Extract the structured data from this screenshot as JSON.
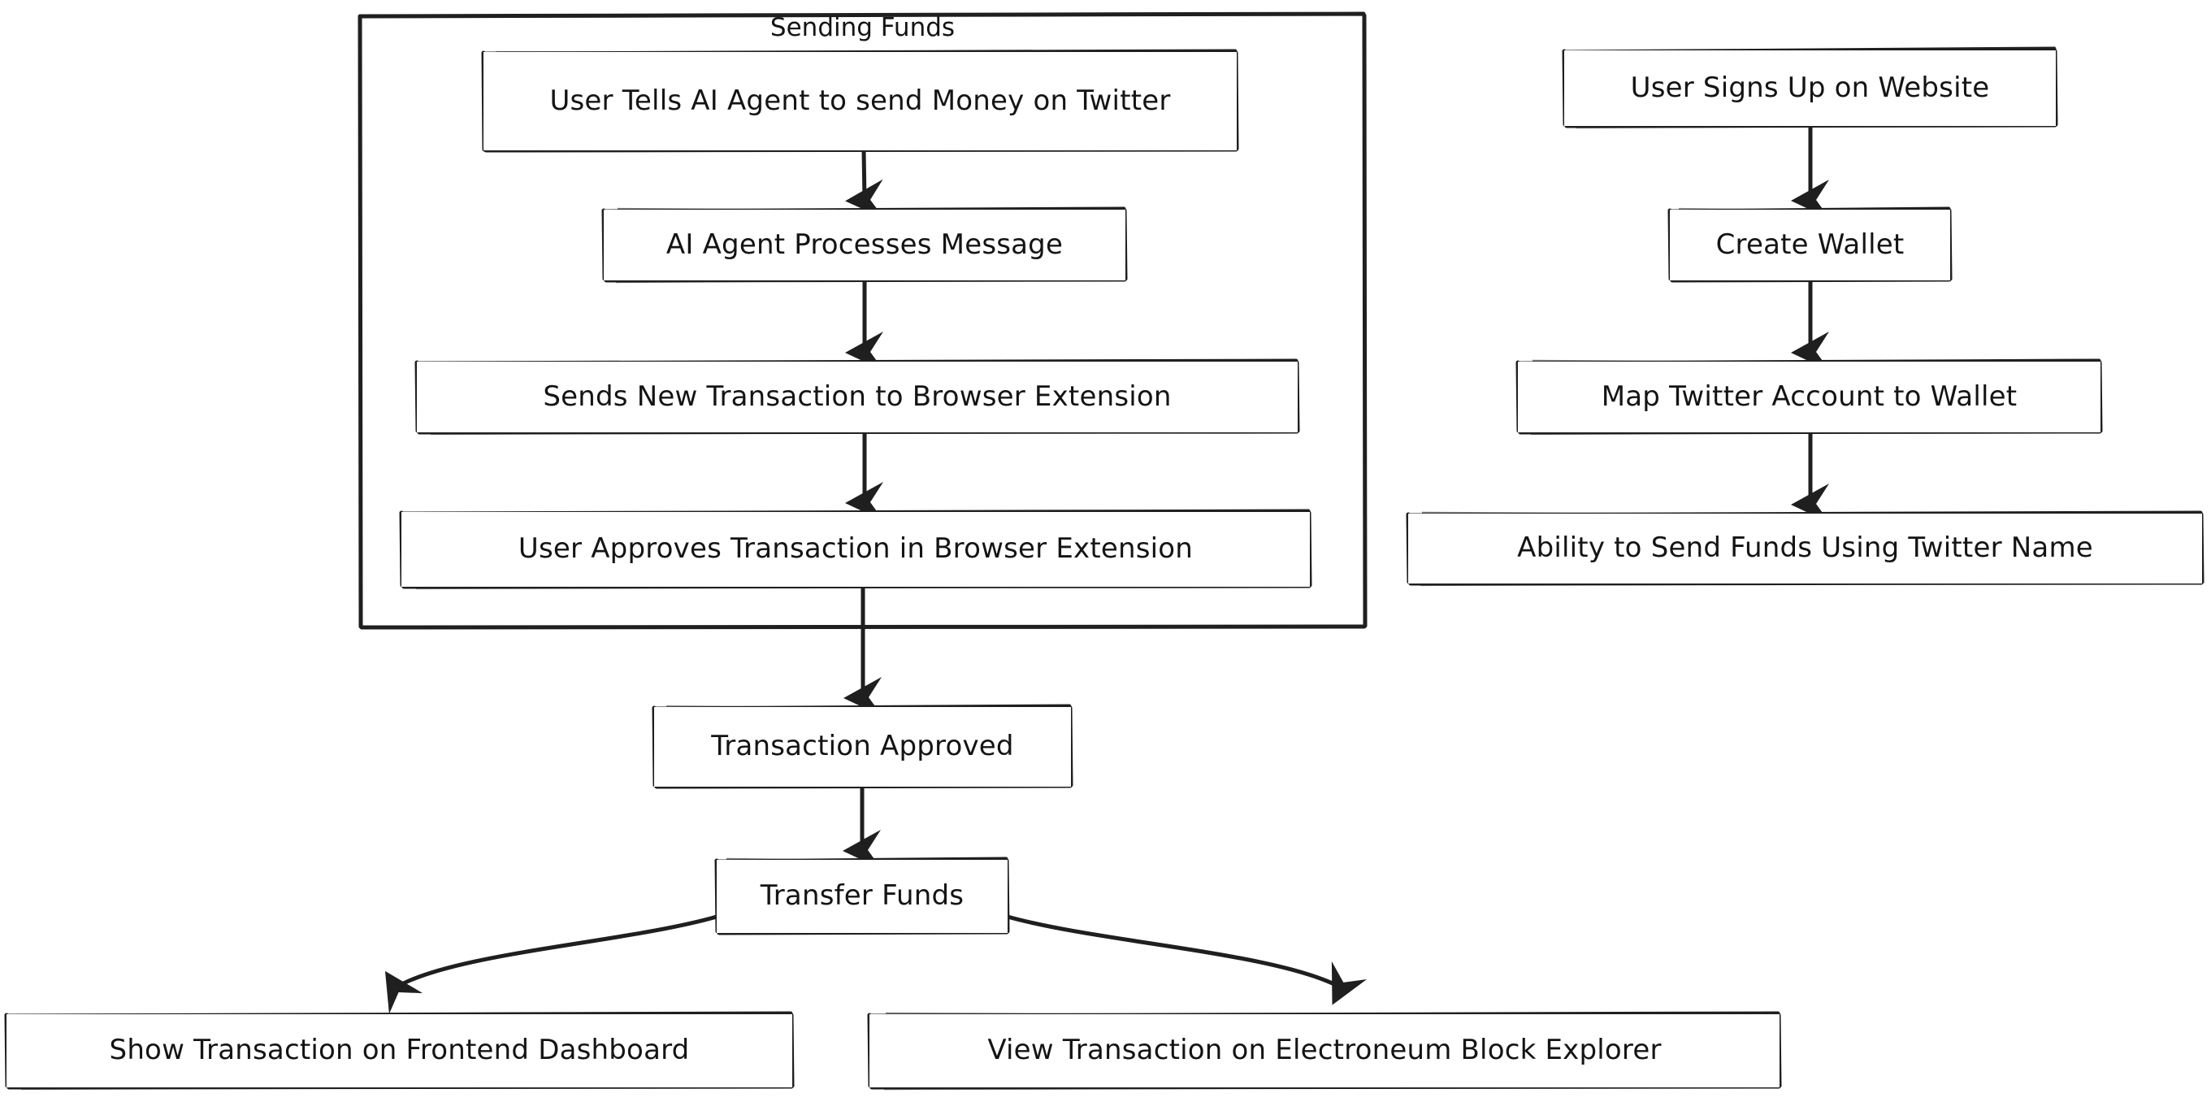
{
  "diagram": {
    "type": "flowchart",
    "direction": "top-down",
    "style": "hand-drawn",
    "background_color": "#ffffff",
    "line_color": "#1f1f1f",
    "text_color": "#141414",
    "clusters": [
      {
        "id": "sending-funds",
        "label": "Sending Funds",
        "contains": [
          "n1",
          "n2",
          "n3",
          "n4"
        ]
      }
    ],
    "nodes": [
      {
        "id": "n1",
        "label": "User Tells AI Agent to send Money on Twitter"
      },
      {
        "id": "n2",
        "label": "AI Agent Processes Message"
      },
      {
        "id": "n3",
        "label": "Sends New Transaction to Browser Extension"
      },
      {
        "id": "n4",
        "label": "User Approves Transaction in Browser Extension"
      },
      {
        "id": "n5",
        "label": "Transaction Approved"
      },
      {
        "id": "n6",
        "label": "Transfer Funds"
      },
      {
        "id": "n7",
        "label": "Show Transaction on Frontend Dashboard"
      },
      {
        "id": "n8",
        "label": "View Transaction on Electroneum Block Explorer"
      },
      {
        "id": "r1",
        "label": "User Signs Up on Website"
      },
      {
        "id": "r2",
        "label": "Create Wallet"
      },
      {
        "id": "r3",
        "label": "Map Twitter Account to Wallet"
      },
      {
        "id": "r4",
        "label": "Ability to Send Funds Using Twitter Name"
      }
    ],
    "edges": [
      {
        "from": "n1",
        "to": "n2"
      },
      {
        "from": "n2",
        "to": "n3"
      },
      {
        "from": "n3",
        "to": "n4"
      },
      {
        "from": "n4",
        "to": "n5"
      },
      {
        "from": "n5",
        "to": "n6"
      },
      {
        "from": "n6",
        "to": "n7"
      },
      {
        "from": "n6",
        "to": "n8"
      },
      {
        "from": "r1",
        "to": "r2"
      },
      {
        "from": "r2",
        "to": "r3"
      },
      {
        "from": "r3",
        "to": "r4"
      }
    ]
  }
}
